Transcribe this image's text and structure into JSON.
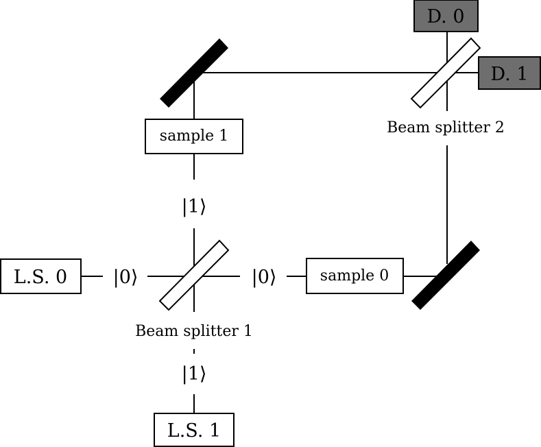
{
  "sources": {
    "ls0": "L.S. 0",
    "ls1": "L.S. 1"
  },
  "detectors": {
    "d0": "D. 0",
    "d1": "D. 1"
  },
  "samples": {
    "s0": "sample 0",
    "s1": "sample 1"
  },
  "splitters": {
    "bs1": "Beam splitter 1",
    "bs2": "Beam splitter 2"
  },
  "states": {
    "left": "|0⟩",
    "right": "|0⟩",
    "top": "|1⟩",
    "bottom": "|1⟩"
  },
  "colors": {
    "detector_fill": "#6e6e6e",
    "mirror_fill": "#000000",
    "line": "#000000"
  }
}
